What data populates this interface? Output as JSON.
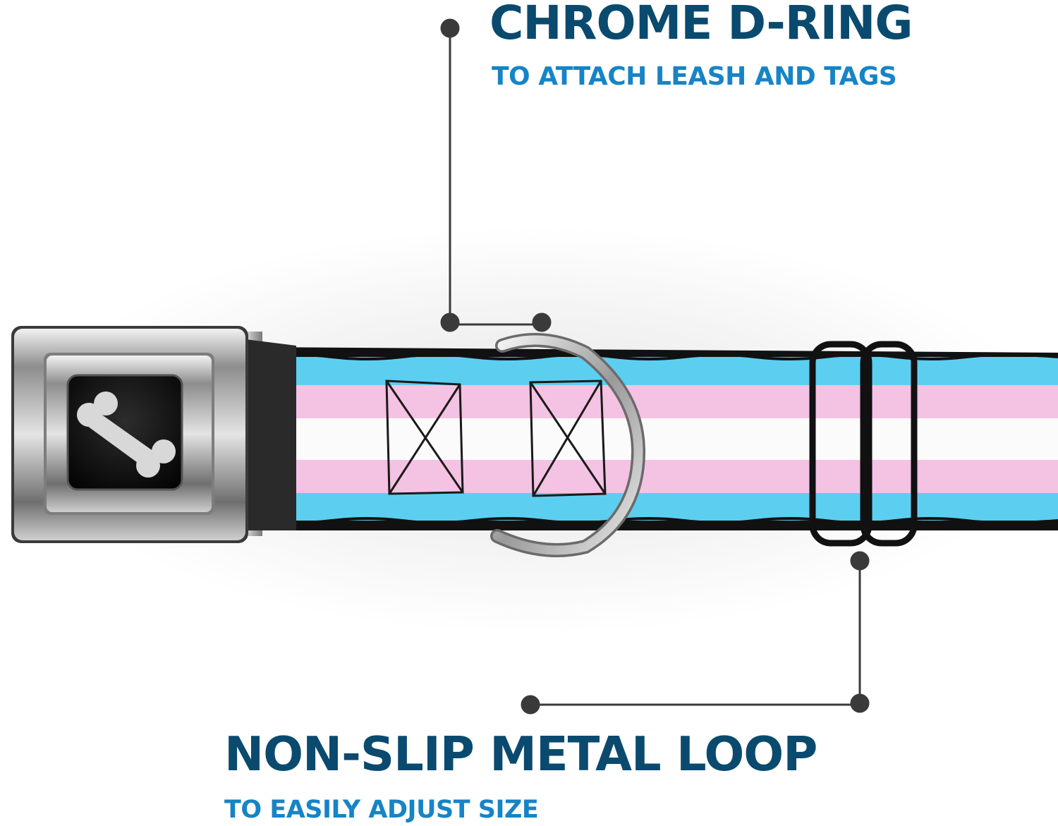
{
  "callouts": {
    "d_ring": {
      "title": "CHROME D-RING",
      "subtitle": "TO ATTACH LEASH AND TAGS"
    },
    "metal_loop": {
      "title": "NON-SLIP METAL LOOP",
      "subtitle": "TO EASILY ADJUST SIZE"
    }
  },
  "colors": {
    "title_text": "#0a4a6e",
    "subtitle_text": "#1684c6",
    "leader_line": "#3a3a3a",
    "stripe_blue": "#5ccff1",
    "stripe_pink": "#f4c2e2",
    "stripe_white": "#fbfbfb",
    "webbing_edge": "#111111"
  },
  "icons": {
    "buckle_logo": "bone-icon"
  }
}
